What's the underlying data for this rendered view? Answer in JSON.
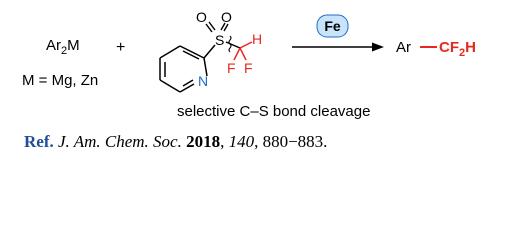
{
  "scheme": {
    "reagent": {
      "ar": "Ar",
      "sub": "2",
      "m": "M"
    },
    "metal_def": "M = Mg, Zn",
    "plus": "+",
    "sulfonyl": {
      "o1": "O",
      "o2": "O",
      "s": "S",
      "n": "N",
      "h": "H",
      "f1": "F",
      "f2": "F"
    },
    "catalyst": "Fe",
    "product": {
      "ar": "Ar",
      "cf": "CF",
      "sub": "2",
      "h": "H"
    },
    "caption": "selective C–S bond cleavage",
    "colors": {
      "accent_red": "#e8281e",
      "catalyst_fill": "#c8e4fa",
      "catalyst_stroke": "#1f6cc4",
      "ref_blue": "#1f4e96"
    }
  },
  "reference": {
    "label": "Ref.",
    "journal": "J. Am. Chem. Soc.",
    "year": "2018",
    "volume": "140",
    "pages": "880−883."
  }
}
